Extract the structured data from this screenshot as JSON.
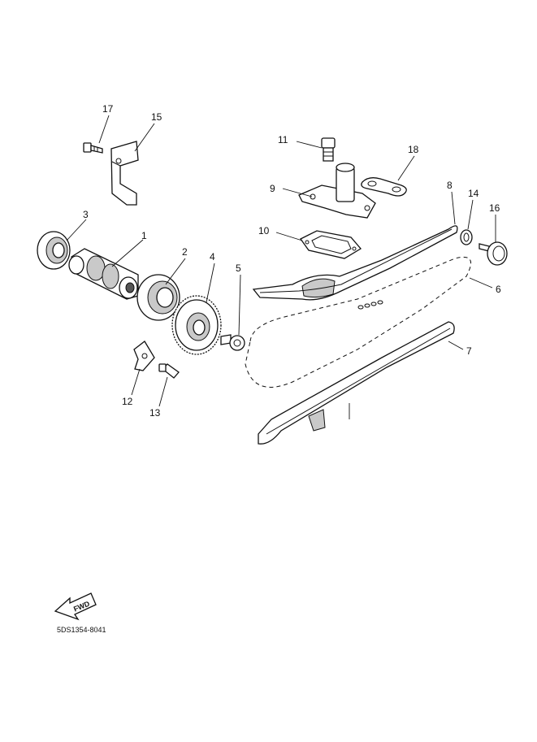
{
  "diagram": {
    "drawing_code": "5DS1354-8041",
    "fwd_label": "FWD",
    "callouts": [
      {
        "id": "c1",
        "label": "1"
      },
      {
        "id": "c2",
        "label": "2"
      },
      {
        "id": "c3",
        "label": "3"
      },
      {
        "id": "c4",
        "label": "4"
      },
      {
        "id": "c5",
        "label": "5"
      },
      {
        "id": "c6",
        "label": "6"
      },
      {
        "id": "c7",
        "label": "7"
      },
      {
        "id": "c8",
        "label": "8"
      },
      {
        "id": "c9",
        "label": "9"
      },
      {
        "id": "c10",
        "label": "10"
      },
      {
        "id": "c11",
        "label": "11"
      },
      {
        "id": "c12",
        "label": "12"
      },
      {
        "id": "c13",
        "label": "13"
      },
      {
        "id": "c14",
        "label": "14"
      },
      {
        "id": "c15",
        "label": "15"
      },
      {
        "id": "c16",
        "label": "16"
      },
      {
        "id": "c17",
        "label": "17"
      },
      {
        "id": "c18",
        "label": "18"
      }
    ]
  }
}
